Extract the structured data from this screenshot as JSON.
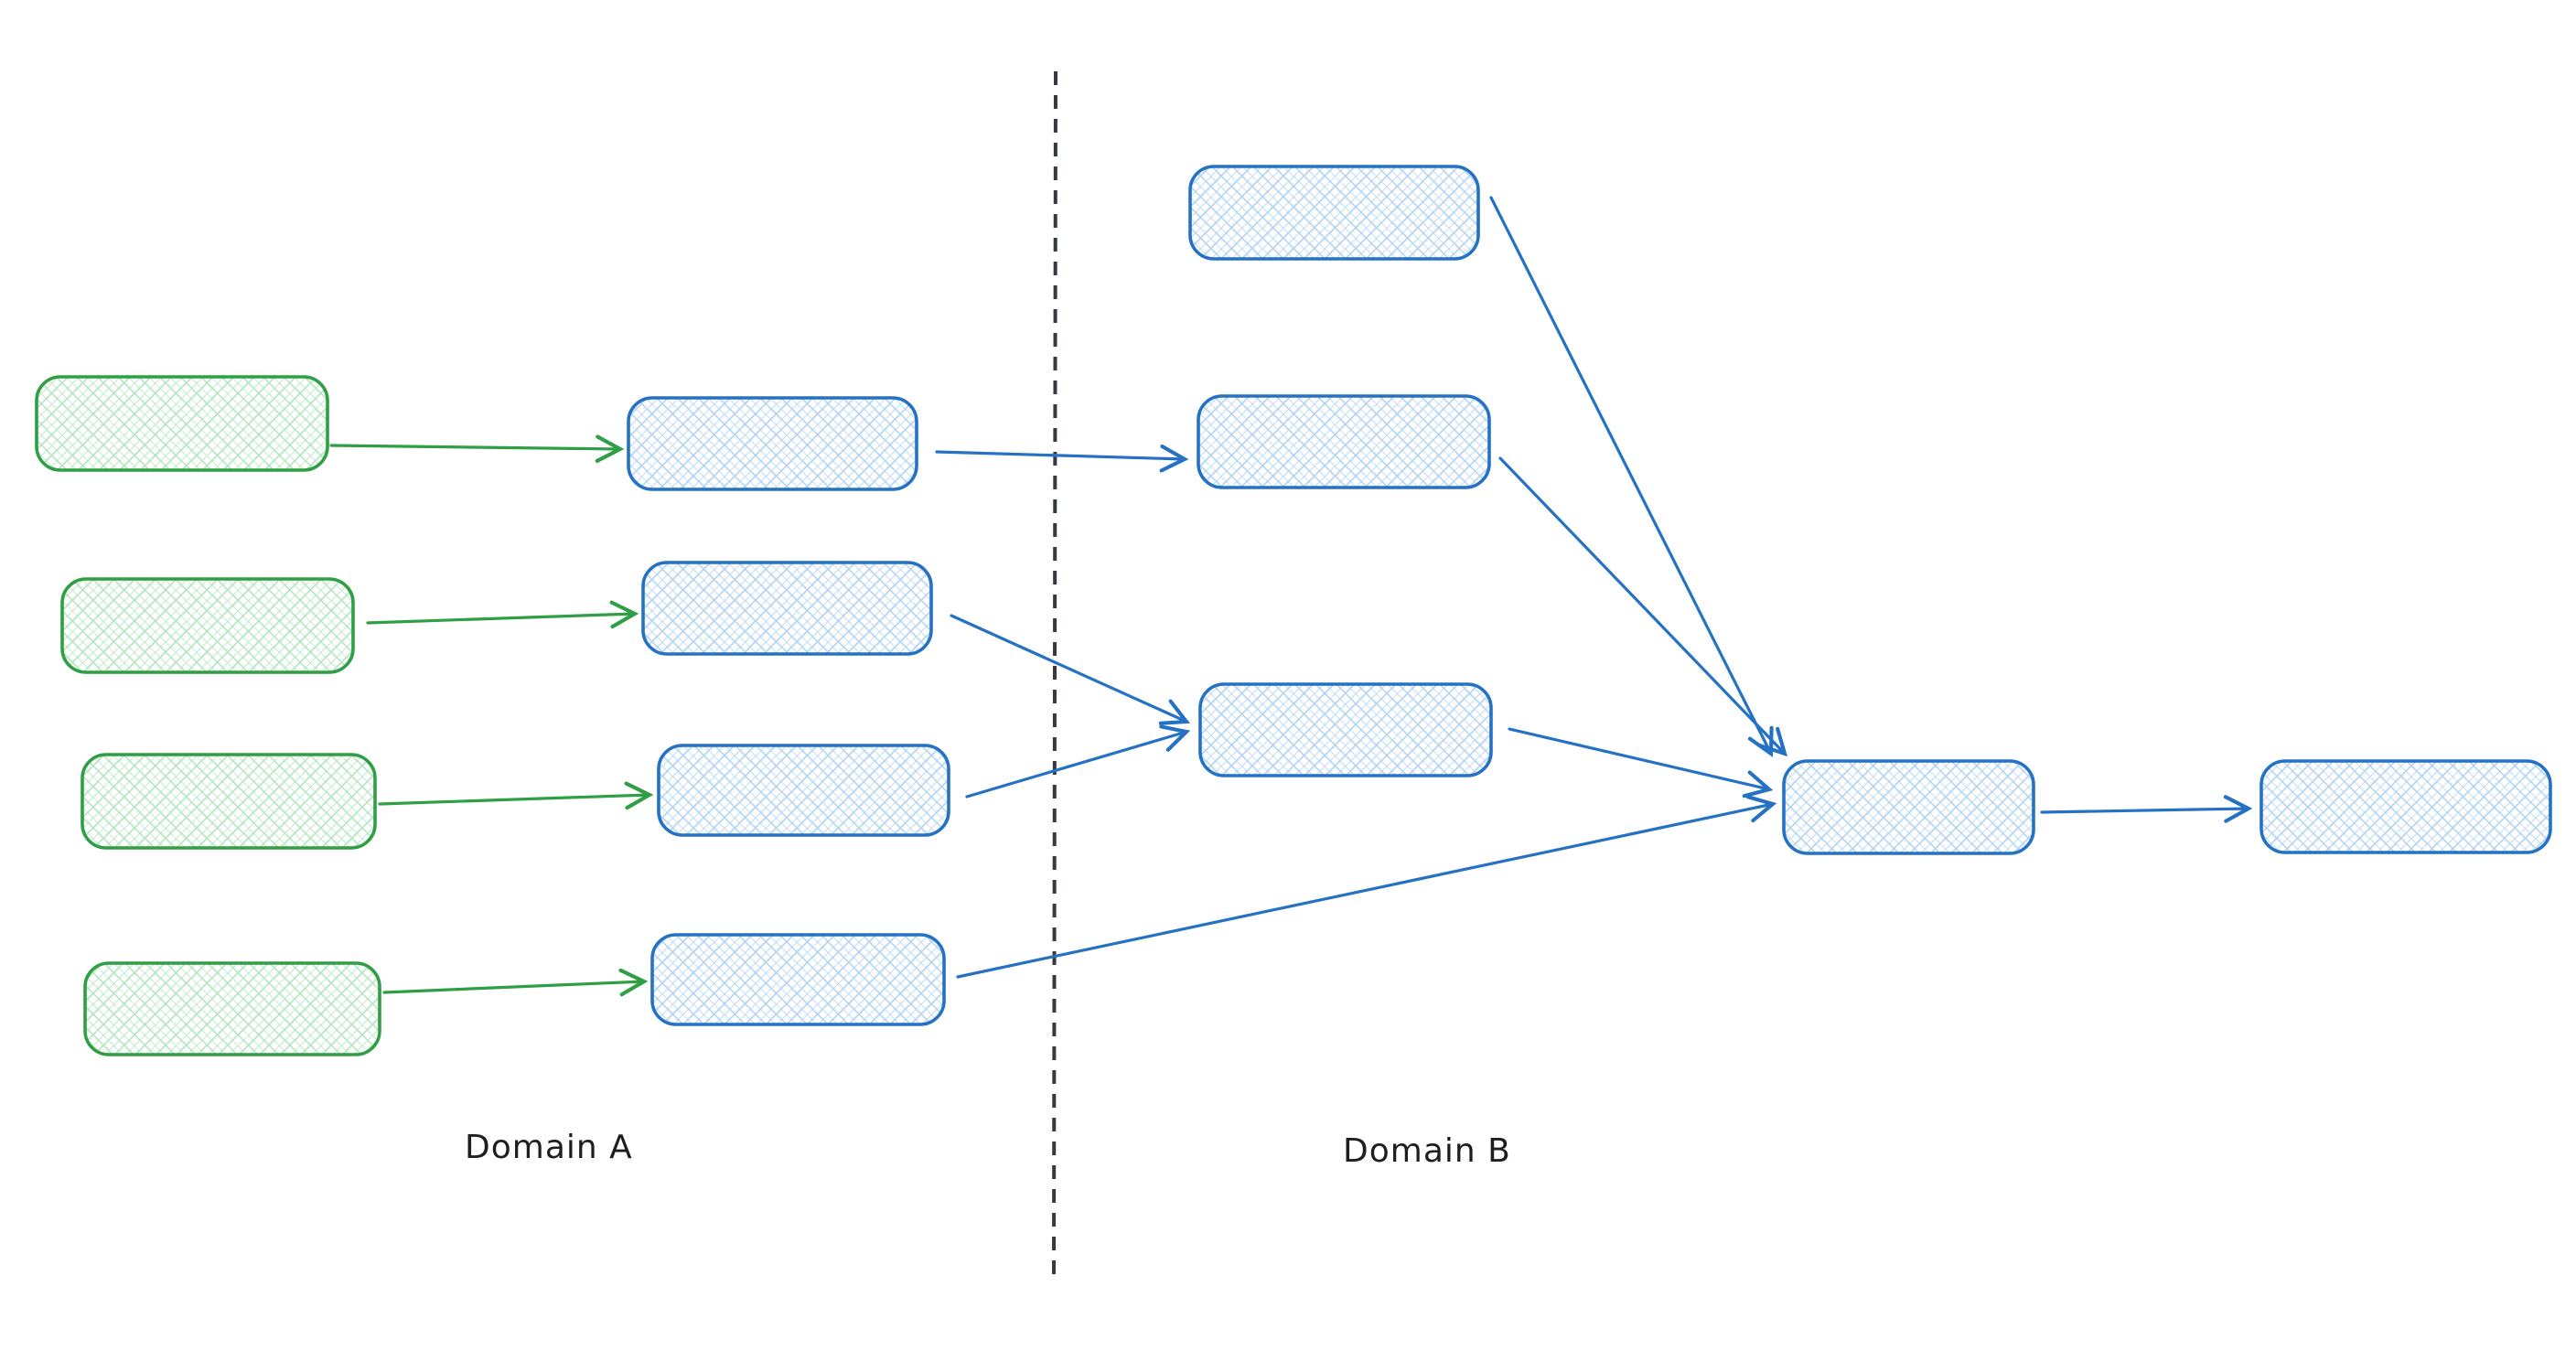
{
  "diagram": {
    "labels": {
      "domain_a": "Domain A",
      "domain_b": "Domain B"
    },
    "colors": {
      "background": "#ffffff",
      "green_stroke": "#2f9e44",
      "green_hatch": "#b2e4bd",
      "blue_stroke": "#2572c4",
      "blue_hatch": "#b0d2f2",
      "divider": "#343a40",
      "label_text": "#1e1e1e"
    },
    "nodes": [
      {
        "id": "a-source-1",
        "shape": "rounded-rect",
        "color": "green",
        "label": ""
      },
      {
        "id": "a-source-2",
        "shape": "rounded-rect",
        "color": "green",
        "label": ""
      },
      {
        "id": "a-source-3",
        "shape": "rounded-rect",
        "color": "green",
        "label": ""
      },
      {
        "id": "a-source-4",
        "shape": "rounded-rect",
        "color": "green",
        "label": ""
      },
      {
        "id": "a-node-1",
        "shape": "rounded-rect",
        "color": "blue",
        "label": ""
      },
      {
        "id": "a-node-2",
        "shape": "rounded-rect",
        "color": "blue",
        "label": ""
      },
      {
        "id": "a-node-3",
        "shape": "rounded-rect",
        "color": "blue",
        "label": ""
      },
      {
        "id": "a-node-4",
        "shape": "rounded-rect",
        "color": "blue",
        "label": ""
      },
      {
        "id": "b-node-top",
        "shape": "rounded-rect",
        "color": "blue",
        "label": ""
      },
      {
        "id": "b-node-upper",
        "shape": "rounded-rect",
        "color": "blue",
        "label": ""
      },
      {
        "id": "b-node-middle",
        "shape": "rounded-rect",
        "color": "blue",
        "label": ""
      },
      {
        "id": "b-merge-node",
        "shape": "rounded-rect",
        "color": "blue",
        "label": ""
      },
      {
        "id": "b-output-node",
        "shape": "rounded-rect",
        "color": "blue",
        "label": ""
      }
    ],
    "edges": [
      {
        "from": "a-source-1",
        "to": "a-node-1",
        "color": "green"
      },
      {
        "from": "a-source-2",
        "to": "a-node-2",
        "color": "green"
      },
      {
        "from": "a-source-3",
        "to": "a-node-3",
        "color": "green"
      },
      {
        "from": "a-source-4",
        "to": "a-node-4",
        "color": "green"
      },
      {
        "from": "a-node-1",
        "to": "b-node-upper",
        "color": "blue"
      },
      {
        "from": "a-node-2",
        "to": "b-node-middle",
        "color": "blue"
      },
      {
        "from": "a-node-3",
        "to": "b-node-middle",
        "color": "blue"
      },
      {
        "from": "a-node-4",
        "to": "b-merge-node",
        "color": "blue"
      },
      {
        "from": "b-node-top",
        "to": "b-merge-node",
        "color": "blue"
      },
      {
        "from": "b-node-upper",
        "to": "b-merge-node",
        "color": "blue"
      },
      {
        "from": "b-node-middle",
        "to": "b-merge-node",
        "color": "blue"
      },
      {
        "from": "b-merge-node",
        "to": "b-output-node",
        "color": "blue"
      }
    ],
    "divider": {
      "style": "dashed",
      "orientation": "vertical",
      "separates": [
        "Domain A",
        "Domain B"
      ]
    }
  }
}
